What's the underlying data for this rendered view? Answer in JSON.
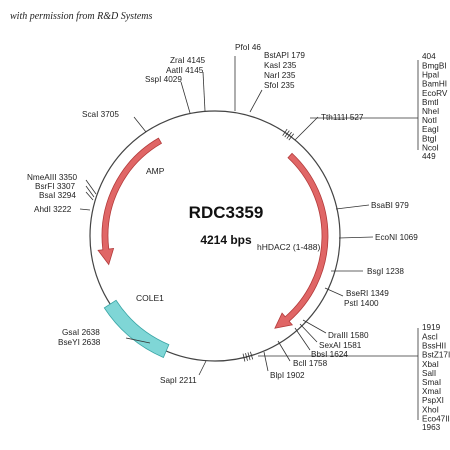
{
  "credit": "with permission from R&D Systems",
  "plasmid": {
    "name": "RDC3359",
    "size": "4214 bps"
  },
  "features": {
    "amp": "AMP",
    "insert": "hHDAC2 (1-488)",
    "ori": "COLE1"
  },
  "sites": {
    "pfoi": "PfoI 46",
    "bstapi": "BstAPI 179",
    "kasi": "KasI 235",
    "nari": "NarI 235",
    "sfoi": "SfoI 235",
    "zrai": "ZraI 4145",
    "aatii": "AatII 4145",
    "sspi": "SspI 4029",
    "scai": "ScaI 3705",
    "nmeaiii": "NmeAIII 3350",
    "bsrfi": "BsrFI 3307",
    "bsai": "BsaI 3294",
    "ahdi": "AhdI 3222",
    "gsai": "GsaI 2638",
    "bseyi": "BseYI 2638",
    "sapi": "SapI 2211",
    "tth111i": "Tth111I 527",
    "bsabi": "BsaBI 979",
    "econi": "EcoNI 1069",
    "bsgi": "BsgI 1238",
    "bseri": "BseRI 1349",
    "psti": "PstI 1400",
    "draiii": "DraIII 1580",
    "sexai": "SexAI 1581",
    "bbsi": "BbsI 1624",
    "bcli": "BclI 1758",
    "blpi": "BlpI 1902"
  },
  "mcs_top": {
    "start": "404",
    "enzymes": [
      "BmgBI",
      "HpaI",
      "BamHI",
      "EcoRV",
      "BmtI",
      "NheI",
      "NotI",
      "EagI",
      "BtgI",
      "NcoI"
    ],
    "end": "449"
  },
  "mcs_bottom": {
    "start": "1919",
    "enzymes": [
      "AscI",
      "BssHII",
      "BstZ17I",
      "XbaI",
      "SalI",
      "SmaI",
      "XmaI",
      "PspXI",
      "XhoI",
      "Eco47III"
    ],
    "end": "1963"
  },
  "colors": {
    "amp": "#e06666",
    "insert": "#e06666",
    "ori": "#7fd6d6",
    "feature_stroke": "#b23a3a",
    "ori_stroke": "#3aa6a6"
  }
}
